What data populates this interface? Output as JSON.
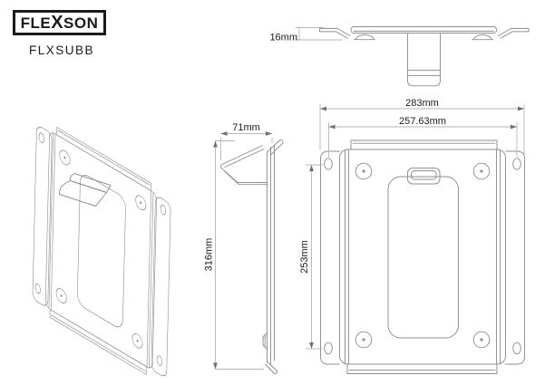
{
  "logo": {
    "brand_pre": "FLE",
    "brand_x": "X",
    "brand_post": "SON",
    "product_code": "FLXSUBB"
  },
  "drawing": {
    "colors": {
      "part_line": "#8f8f8f",
      "dimension_line": "#b5b5b5",
      "arrow": "#6f6f6f",
      "text": "#1a1a1a",
      "background": "#ffffff",
      "logo": "#1a1a1a"
    },
    "views": {
      "top": {
        "label": "top-view",
        "thickness_label": "16mm"
      },
      "isometric": {
        "label": "isometric-view"
      },
      "side": {
        "label": "side-view",
        "depth_label": "71mm",
        "height_label": "316mm"
      },
      "front": {
        "label": "front-view",
        "overall_width_label": "283mm",
        "slot_spacing_width_label": "257.63mm",
        "slot_spacing_height_label": "253mm"
      }
    }
  }
}
